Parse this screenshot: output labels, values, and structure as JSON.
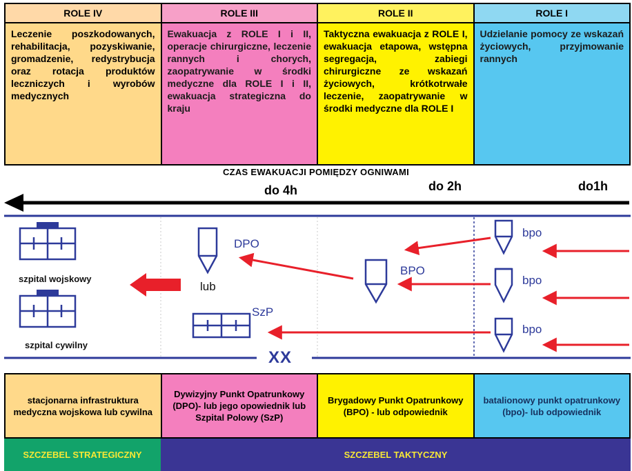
{
  "top_table": [
    {
      "role": "ROLE IV",
      "text": "Leczenie poszkodowanych, rehabilitacja, pozyskiwanie, gromadzenie, redystrybucja oraz rotacja produktów leczniczych i wyrobów medycznych"
    },
    {
      "role": "ROLE III",
      "text": "Ewakuacja z ROLE I i II, operacje chirurgiczne, leczenie rannych i chorych, zaopatrywanie w środki medyczne dla ROLE I i II, ewakuacja strategiczna do kraju"
    },
    {
      "role": "ROLE II",
      "text": "Taktyczna ewakuacja z ROLE I, ewakuacja etapowa, wstępna segregacja, zabiegi chirurgiczne ze wskazań życiowych, krótkotrwałe leczenie, zaopatrywanie w środki medyczne dla ROLE I"
    },
    {
      "role": "ROLE I",
      "text": "Udzielanie pomocy ze wskazań życiowych, przyjmowanie rannych"
    }
  ],
  "timeline": {
    "title": "CZAS EWAKUACJI POMIĘDZY OGNIWAMI",
    "labels": [
      "do 4h",
      "do 2h",
      "do1h"
    ]
  },
  "diagram": {
    "military_hospital": "szpital wojskowy",
    "civil_hospital": "szpital cywilny",
    "dpo": "DPO",
    "or": "lub",
    "szp": "SzP",
    "bpo_brigade": "BPO",
    "bpo_battalion": "bpo",
    "boundary_mark": "XX"
  },
  "bottom_table": [
    "stacjonarna infrastruktura medyczna wojskowa lub cywilna",
    "Dywizyjny Punkt Opatrunkowy (DPO)- lub jego opowiednik lub Szpital Polowy (SzP)",
    "Brygadowy Punkt Opatrunkowy (BPO) - lub odpowiednik",
    "batalionowy punkt opatrunkowy (bpo)- lub odpowiednik"
  ],
  "bands": {
    "strategic": "SZCZEBEL STRATEGICZNY",
    "tactical": "SZCZEBEL TAKTYCZNY"
  },
  "colors": {
    "role_iv": "#ffd98a",
    "role_iii": "#f47fbe",
    "role_ii": "#fff200",
    "role_i": "#57c7f0",
    "arrow_red": "#e8202a",
    "line_blue": "#2d3a9a",
    "strategic_band": "#12a36a",
    "tactical_band": "#3a3594",
    "band_text": "#f7e836"
  }
}
